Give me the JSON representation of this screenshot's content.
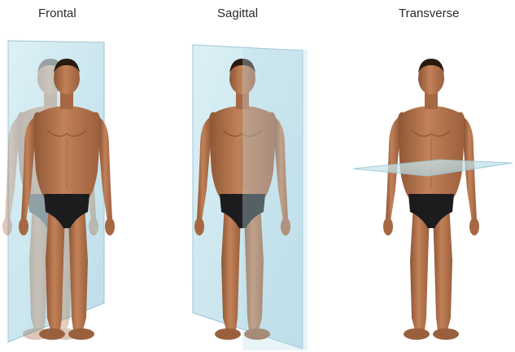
{
  "planes": [
    {
      "label": "Frontal"
    },
    {
      "label": "Sagittal"
    },
    {
      "label": "Transverse"
    }
  ],
  "colors": {
    "skin": "#b9774d",
    "skin_shadow": "#8a5333",
    "hair": "#2a1a10",
    "briefs": "#1c1c1e",
    "plane_fill": "#bfe0ea",
    "plane_edge": "#9cc6d4"
  }
}
